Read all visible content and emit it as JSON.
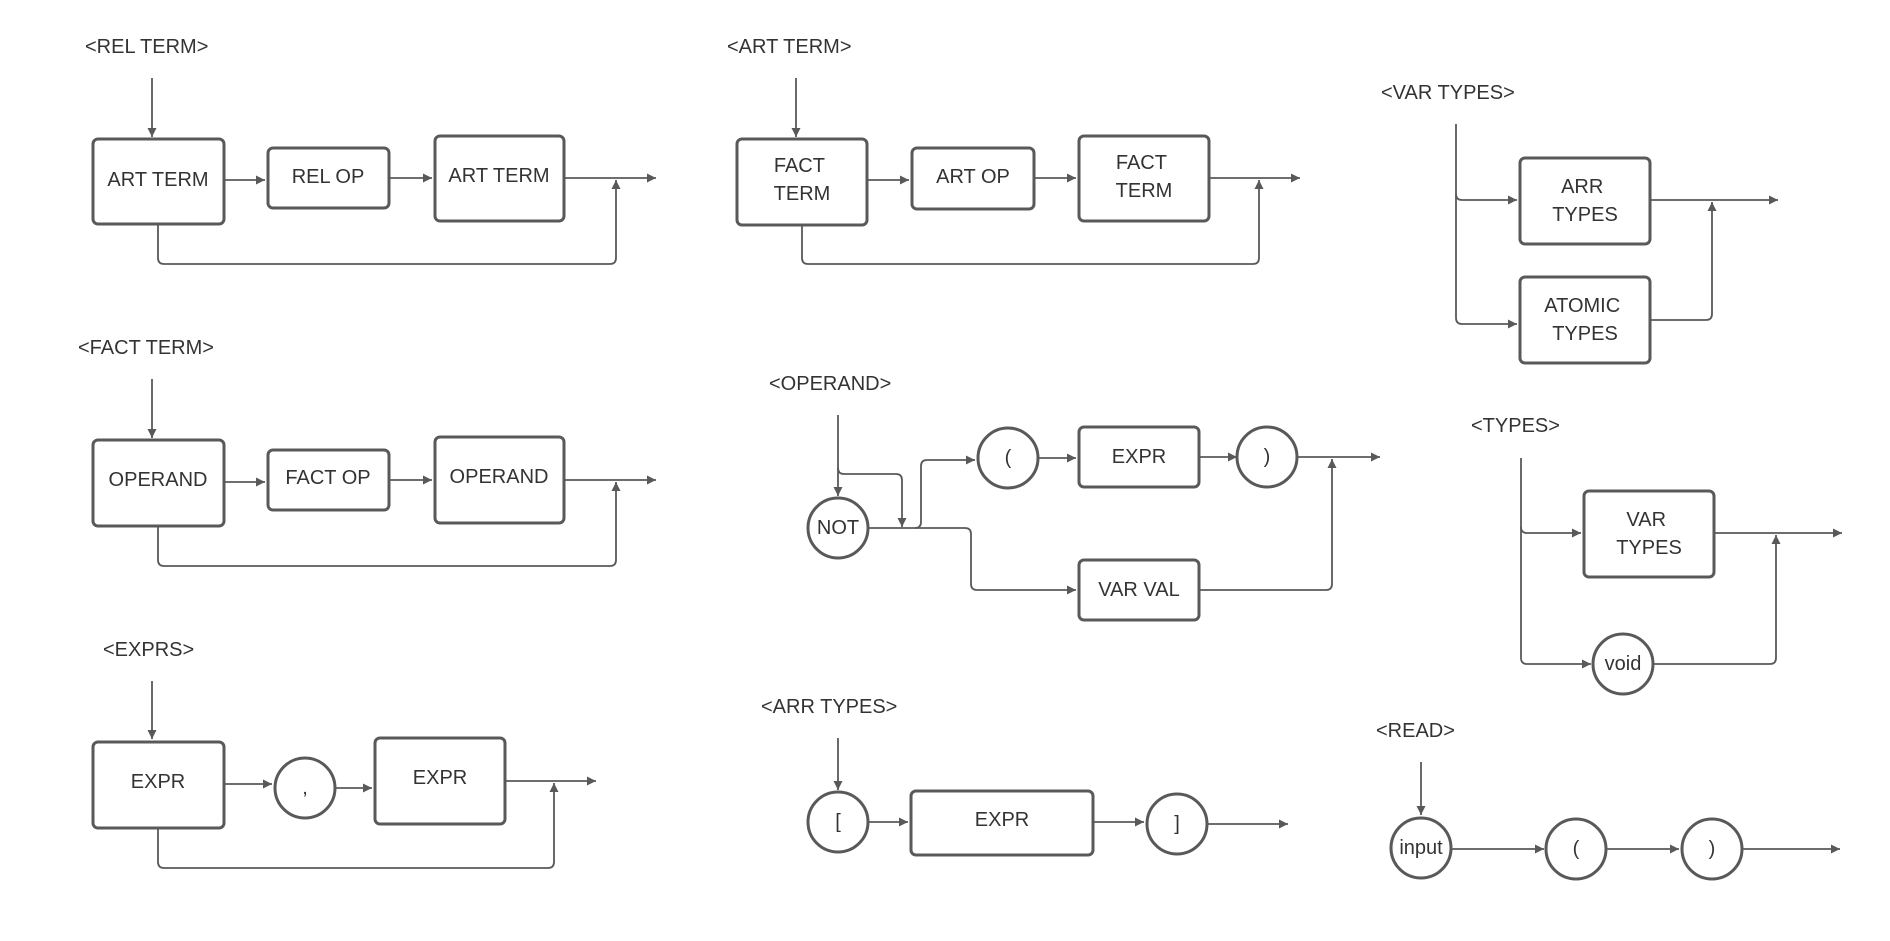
{
  "diagrams": {
    "rel_term": {
      "title": "<REL TERM>",
      "nodes": [
        "ART TERM",
        "REL OP",
        "ART TERM"
      ]
    },
    "fact_term": {
      "title": "<FACT TERM>",
      "nodes": [
        "OPERAND",
        "FACT OP",
        "OPERAND"
      ]
    },
    "exprs": {
      "title": "<EXPRS>",
      "nodes": [
        "EXPR",
        ",",
        "EXPR"
      ]
    },
    "art_term": {
      "title": "<ART TERM>",
      "nodes": [
        "FACT\nTERM",
        "ART OP",
        "FACT\nTERM"
      ]
    },
    "operand": {
      "title": "<OPERAND>",
      "nodes": [
        "NOT",
        "(",
        "EXPR",
        ")",
        "VAR VAL"
      ]
    },
    "arr_types": {
      "title": "<ARR TYPES>",
      "nodes": [
        "[",
        "EXPR",
        "]"
      ]
    },
    "var_types": {
      "title": "<VAR TYPES>",
      "nodes": [
        "ARR\nTYPES",
        "ATOMIC\nTYPES"
      ]
    },
    "types": {
      "title": "<TYPES>",
      "nodes": [
        "VAR\nTYPES",
        "void"
      ]
    },
    "read": {
      "title": "<READ>",
      "nodes": [
        "input",
        "(",
        ")"
      ]
    }
  },
  "colors": {
    "stroke": "#595959",
    "text": "#333333",
    "background": "#ffffff"
  }
}
